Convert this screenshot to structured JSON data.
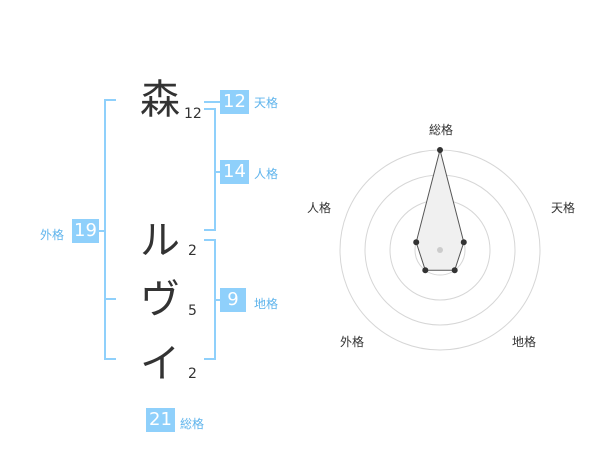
{
  "name": {
    "characters": [
      {
        "char": "森",
        "strokes": "12"
      },
      {
        "char": "ル",
        "strokes": "2"
      },
      {
        "char": "ヴ",
        "strokes": "5"
      },
      {
        "char": "イ",
        "strokes": "2"
      }
    ]
  },
  "fortune": {
    "tenkaku": {
      "value": "12",
      "label": "天格"
    },
    "jinkaku": {
      "value": "14",
      "label": "人格"
    },
    "chikaku": {
      "value": "9",
      "label": "地格"
    },
    "gaikaku": {
      "value": "19",
      "label": "外格"
    },
    "soukaku": {
      "value": "21",
      "label": "総格"
    }
  },
  "radar": {
    "labels": {
      "soukaku": "総格",
      "tenkaku": "天格",
      "chikaku": "地格",
      "gaikaku": "外格",
      "jinkaku": "人格"
    },
    "max": 4,
    "values": {
      "soukaku": 4,
      "tenkaku": 1,
      "chikaku": 1,
      "gaikaku": 1,
      "jinkaku": 1
    },
    "colors": {
      "ring": "#d6d6d6",
      "fill": "#f0f0f0",
      "stroke": "#555555",
      "point": "#333333",
      "center": "#cccccc"
    }
  }
}
